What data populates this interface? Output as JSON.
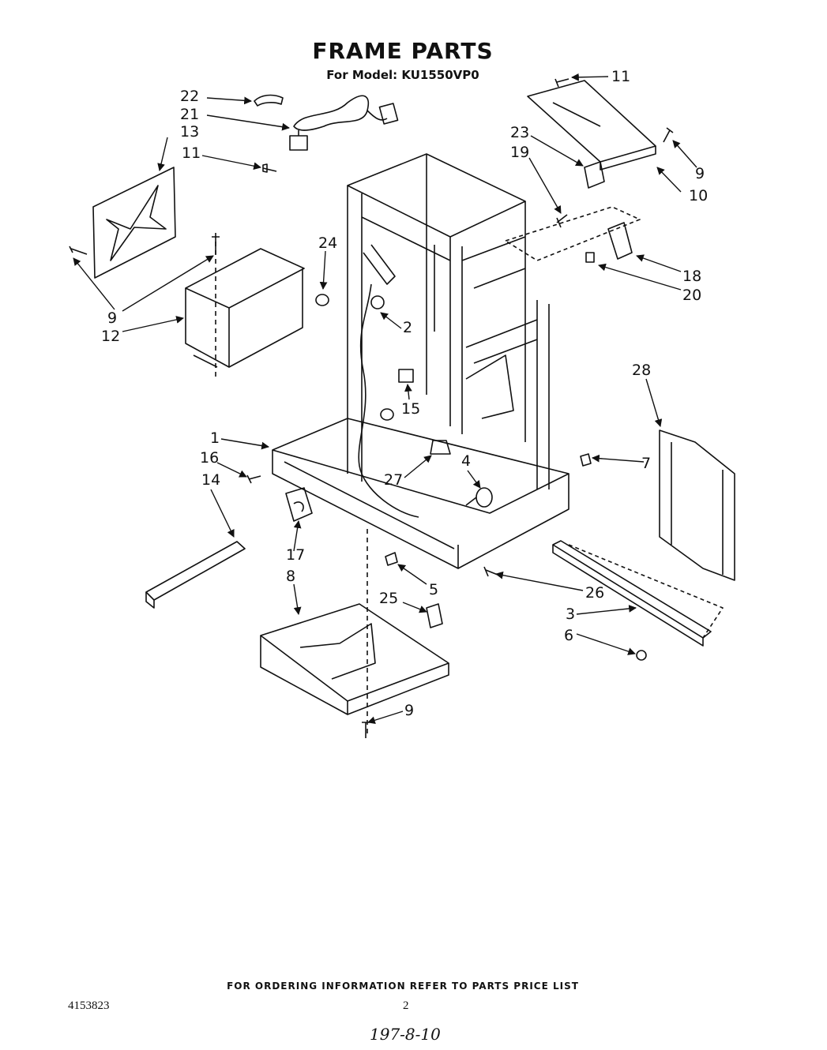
{
  "header": {
    "title": "FRAME PARTS",
    "subtitle": "For Model: KU1550VP0"
  },
  "callouts": [
    "22",
    "21",
    "13",
    "11",
    "11",
    "9",
    "9",
    "12",
    "24",
    "2",
    "15",
    "1",
    "16",
    "14",
    "27",
    "4",
    "17",
    "8",
    "5",
    "25",
    "26",
    "3",
    "6",
    "9",
    "23",
    "19",
    "9",
    "10",
    "18",
    "20",
    "28",
    "7"
  ],
  "footer": {
    "ordering_note": "FOR ORDERING INFORMATION REFER TO PARTS PRICE LIST",
    "doc_number": "4153823",
    "page_number": "2",
    "handwritten_note": "197-8-10"
  }
}
